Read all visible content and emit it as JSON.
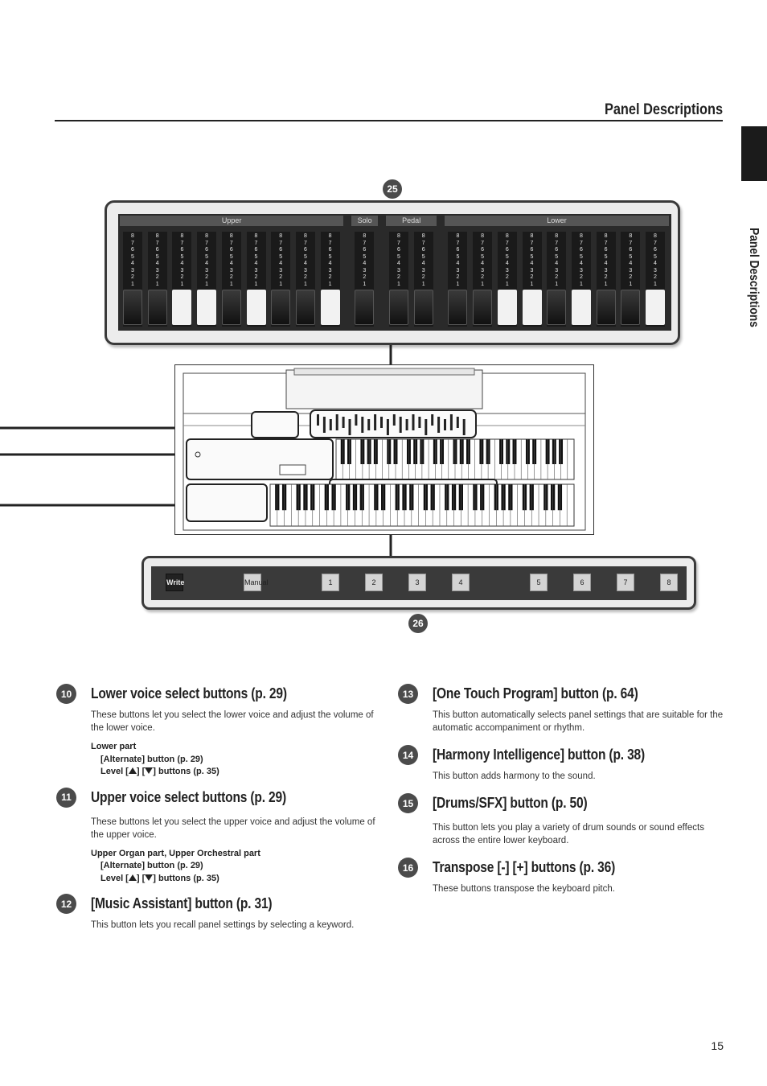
{
  "header": {
    "title": "Panel Descriptions",
    "side_label": "Panel Descriptions"
  },
  "callouts": {
    "drawbars": "25",
    "buttons": "26"
  },
  "drawbar_groups": [
    {
      "label": "Upper",
      "knobs": [
        "black",
        "black",
        "white",
        "white",
        "black",
        "white",
        "black",
        "black",
        "white"
      ]
    },
    {
      "label": "Solo",
      "knobs": [
        "black"
      ]
    },
    {
      "label": "Pedal",
      "knobs": [
        "black",
        "black"
      ]
    },
    {
      "label": "Lower",
      "knobs": [
        "black",
        "black",
        "white",
        "white",
        "black",
        "white",
        "black",
        "black",
        "white"
      ]
    }
  ],
  "drawbar_numbers": [
    "8",
    "7",
    "6",
    "5",
    "4",
    "3",
    "2",
    "1"
  ],
  "panel_buttons": {
    "write": "Write",
    "manual": "Manual",
    "numbers": [
      "1",
      "2",
      "3",
      "4",
      "5",
      "6",
      "7",
      "8"
    ]
  },
  "left_column": [
    {
      "num": "10",
      "title": "Lower voice select buttons (p. 29)",
      "desc": "These buttons let you select the lower voice and adjust the volume of the lower voice.",
      "ref_head": "Lower part",
      "ref_alt": "[Alternate] button (p. 29)",
      "ref_level_pre": "Level [",
      "ref_level_mid": "] [",
      "ref_level_post": "] buttons (p. 35)"
    },
    {
      "num": "11",
      "title": "Upper voice select buttons (p. 29)",
      "desc": "These buttons let you select the upper voice and adjust the volume of the upper voice.",
      "ref_head": "Upper Organ part, Upper Orchestral part",
      "ref_alt": "[Alternate] button (p. 29)",
      "ref_level_pre": "Level [",
      "ref_level_mid": "] [",
      "ref_level_post": "] buttons (p. 35)"
    },
    {
      "num": "12",
      "title": "[Music Assistant] button (p. 31)",
      "desc": "This button lets you recall panel settings by selecting a keyword."
    }
  ],
  "right_column": [
    {
      "num": "13",
      "title": "[One Touch Program] button (p. 64)",
      "desc": "This button automatically selects panel settings that are suitable for the automatic accompaniment or rhythm."
    },
    {
      "num": "14",
      "title": "[Harmony Intelligence] button (p. 38)",
      "desc": "This button adds harmony to the sound."
    },
    {
      "num": "15",
      "title": "[Drums/SFX] button (p. 50)",
      "desc": "This button lets you play a variety of drum sounds or sound effects across the entire lower keyboard."
    },
    {
      "num": "16",
      "title": "Transpose [-] [+] buttons (p. 36)",
      "desc": "These buttons transpose the keyboard pitch."
    }
  ],
  "page_number": "15"
}
